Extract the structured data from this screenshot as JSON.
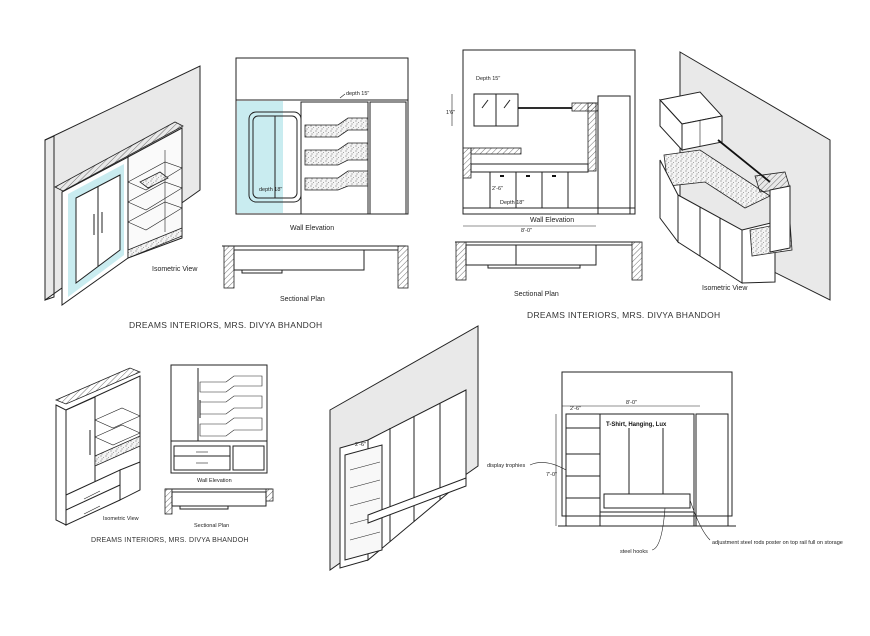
{
  "drawing_1": {
    "isometric_label": "Isometric View",
    "depth_top_label": "depth 15\"",
    "depth_bottom_label": "depth 18\"",
    "elevation_label": "Wall Elevation",
    "plan_label": "Sectional Plan",
    "caption": "DREAMS INTERIORS, MRS. DIVYA BHANDOH"
  },
  "drawing_2": {
    "depth_top_label": "Depth 15\"",
    "height_label": "1'6\"",
    "side_height_label": "2'-6\"",
    "depth_bottom_label": "Depth 18\"",
    "elevation_label": "Wall Elevation",
    "width_label": "8'-0\"",
    "plan_label": "Sectional Plan",
    "isometric_label": "Isometric View",
    "caption": "DREAMS INTERIORS, MRS. DIVYA BHANDOH"
  },
  "drawing_3": {
    "isometric_label": "Isometric View",
    "elevation_label": "Wall Elevation",
    "plan_label": "Sectional Plan",
    "caption": "DREAMS INTERIORS, MRS. DIVYA BHANDOH"
  },
  "drawing_4": {
    "dimension_label": "2'-6\""
  },
  "drawing_5": {
    "top_width_label": "8'-0\"",
    "left_width_label": "2'-6\"",
    "title_text": "T-Shirt, Hanging, Lux",
    "height_label": "7'-0\"",
    "note_trophies": "display trophies",
    "note_hooks": "steel hooks",
    "note_rods": "adjustment steel rods poster on top rail full on storage"
  }
}
